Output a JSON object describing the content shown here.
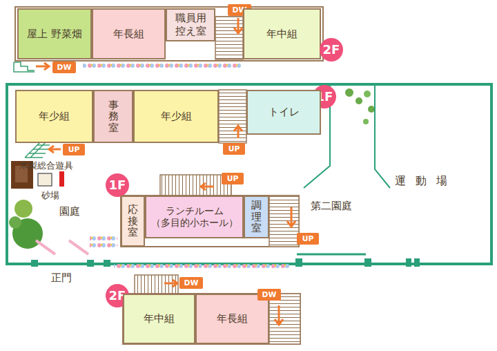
{
  "diagram": {
    "nodes": [
      {
        "text": [
          "屋上 野菜畑"
        ]
      },
      {
        "text": [
          "年長組"
        ]
      },
      {
        "text": [
          "職員用 控え室"
        ]
      },
      {
        "text": [
          "DW"
        ]
      },
      {
        "text": [
          "年中組"
        ]
      },
      {
        "text": [
          "DW"
        ]
      },
      {
        "text": [
          "2F"
        ]
      },
      {
        "text": [
          "1F"
        ]
      },
      {
        "text": [
          "年少組"
        ]
      },
      {
        "text": [
          "事務室"
        ]
      },
      {
        "text": [
          "年少組"
        ]
      },
      {
        "text": [
          "トイレ"
        ]
      },
      {
        "text": [
          "UP"
        ]
      },
      {
        "text": [
          "UP"
        ]
      },
      {
        "text": [
          "UP"
        ]
      },
      {
        "text": [
          "1F"
        ]
      },
      {
        "text": [
          "応接室"
        ]
      },
      {
        "text": [
          "ランチルーム （多目的小ホール）"
        ]
      },
      {
        "text": [
          "調理室"
        ]
      },
      {
        "text": [
          "UP"
        ]
      },
      {
        "text": [
          "2F"
        ]
      },
      {
        "text": [
          "DW"
        ]
      },
      {
        "text": [
          "年中組"
        ]
      },
      {
        "text": [
          "年長組"
        ]
      },
      {
        "text": [
          "DW"
        ]
      }
    ],
    "labels": [
      "木製総合遊具",
      "砂場",
      "園庭",
      "第二園庭",
      "運動場",
      "正門"
    ]
  }
}
